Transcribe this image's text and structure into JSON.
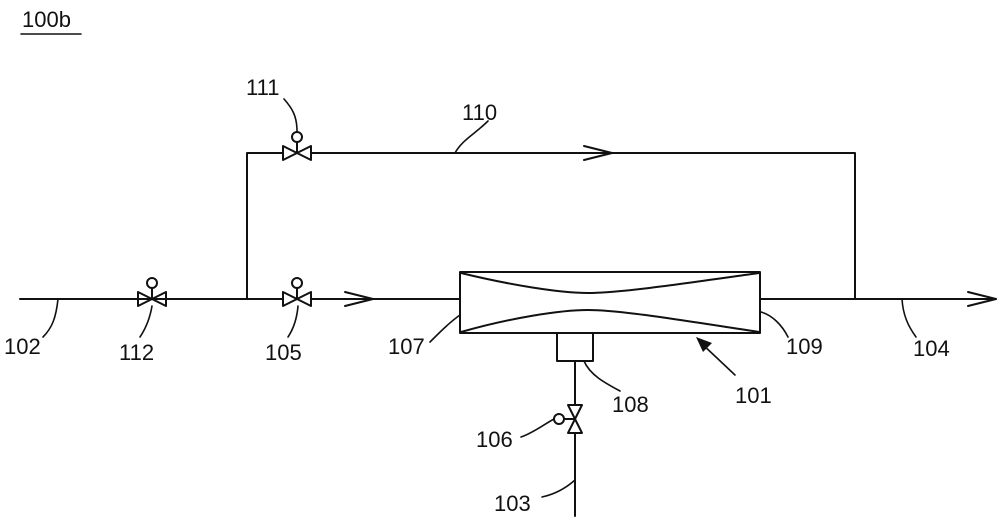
{
  "figure": {
    "title": "100b",
    "labels": {
      "l111": "111",
      "l110": "110",
      "l102": "102",
      "l112": "112",
      "l105": "105",
      "l107": "107",
      "l109": "109",
      "l104": "104",
      "l108": "108",
      "l101": "101",
      "l106": "106",
      "l103": "103"
    }
  }
}
